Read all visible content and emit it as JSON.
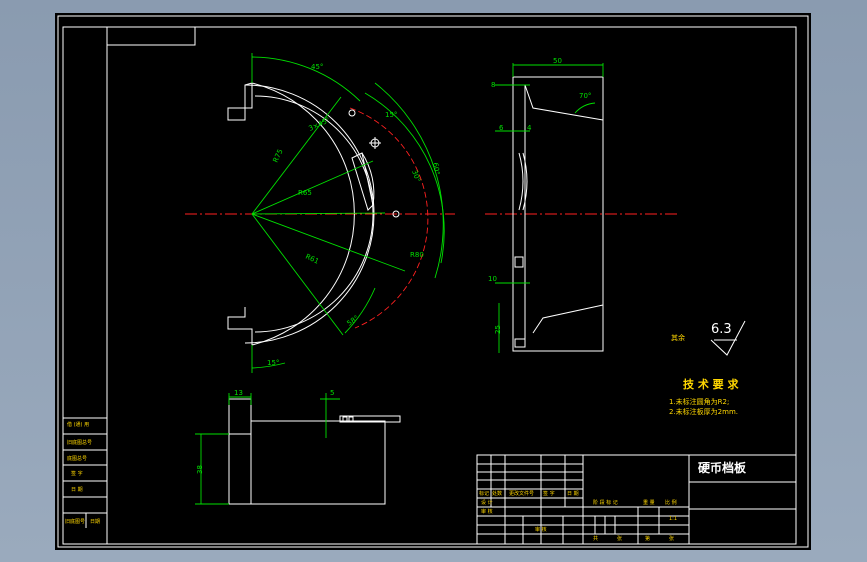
{
  "drawing_title": "硬币档板",
  "roughness": {
    "label": "其余",
    "value": "6.3"
  },
  "tech_req": {
    "title": "技 术 要 求",
    "items": [
      "1.未标注圆角为R2;",
      "2.未标注板厚为2mm."
    ]
  },
  "dims_front": {
    "angle_top": "45°",
    "chamfer": "3×45°",
    "r75": "R75",
    "r65": "R65",
    "r61": "R61",
    "angle_15a": "15°",
    "angle_30": "30°",
    "angle_60": "60°",
    "r80": "R80",
    "angle_58": "58°",
    "angle_15b": "15°"
  },
  "dims_side": {
    "width": "50",
    "d8": "8",
    "d6": "6",
    "d4": "4",
    "d10": "10",
    "d25": "25",
    "angle": "70°"
  },
  "dims_bottom": {
    "d13": "13",
    "d5": "5",
    "d38": "38"
  },
  "left_strip": [
    "借 (通) 用",
    "旧底图总号",
    "底图总号",
    "签 字",
    "日 期",
    "旧底图号",
    "日期"
  ],
  "title_block_small": {
    "row_top": [
      "标记",
      "处数",
      "更改文件号",
      "签 字",
      "日 期"
    ],
    "row_mid": [
      "设 计"
    ],
    "row_low": [
      "审 核"
    ],
    "row_bottom": [
      "审 核"
    ],
    "stage_labels": [
      "阶 段 标 记",
      "重 量",
      "比 例"
    ],
    "scale": "1:1",
    "sheet_labels": [
      "共",
      "张",
      "第",
      "张"
    ]
  }
}
